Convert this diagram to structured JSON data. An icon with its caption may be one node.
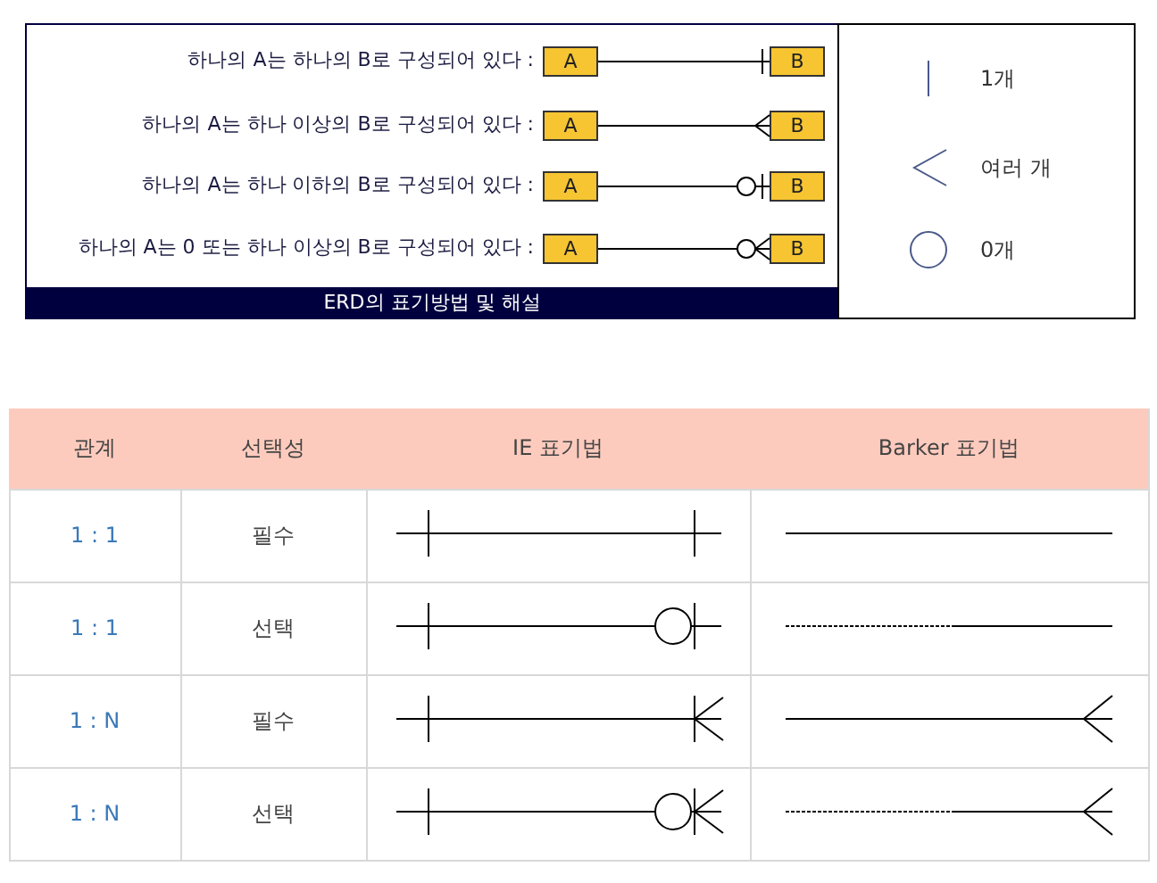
{
  "diagram": {
    "nodes": [
      {
        "text": [
          "A"
        ]
      },
      {
        "text": [
          "B"
        ]
      },
      {
        "text": [
          "A"
        ]
      },
      {
        "text": [
          "B"
        ]
      },
      {
        "text": [
          "A"
        ]
      },
      {
        "text": [
          "B"
        ]
      },
      {
        "text": [
          "A"
        ]
      },
      {
        "text": [
          "B"
        ]
      }
    ],
    "edges": [
      {
        "from": 0,
        "to": 1,
        "arrow": "other"
      },
      {
        "from": 2,
        "to": 3,
        "arrow": "other"
      },
      {
        "from": 4,
        "to": 5,
        "arrow": "other"
      },
      {
        "from": 6,
        "to": 7,
        "arrow": "other"
      }
    ],
    "labels": [
      "하나의 A는 하나의 B로 구성되어 있다 :",
      "하나의 A는 하나 이상의 B로 구성되어 있다 :",
      "하나의 A는 하나 이하의 B로 구성되어 있다 :",
      "하나의 A는 0 또는 하나 이상의 B로 구성되어 있다 :",
      "ERD의 표기방법 및 해설",
      "관계",
      "선택성",
      "IE 표기법",
      "Barker 표기법",
      "1 : 1",
      "필수",
      "1 : 1",
      "선택",
      "1 : N",
      "필수",
      "1 : N",
      "선택"
    ],
    "legend": [
      {
        "text": "1개"
      },
      {
        "text": "여러 개"
      },
      {
        "text": "0개"
      }
    ]
  }
}
